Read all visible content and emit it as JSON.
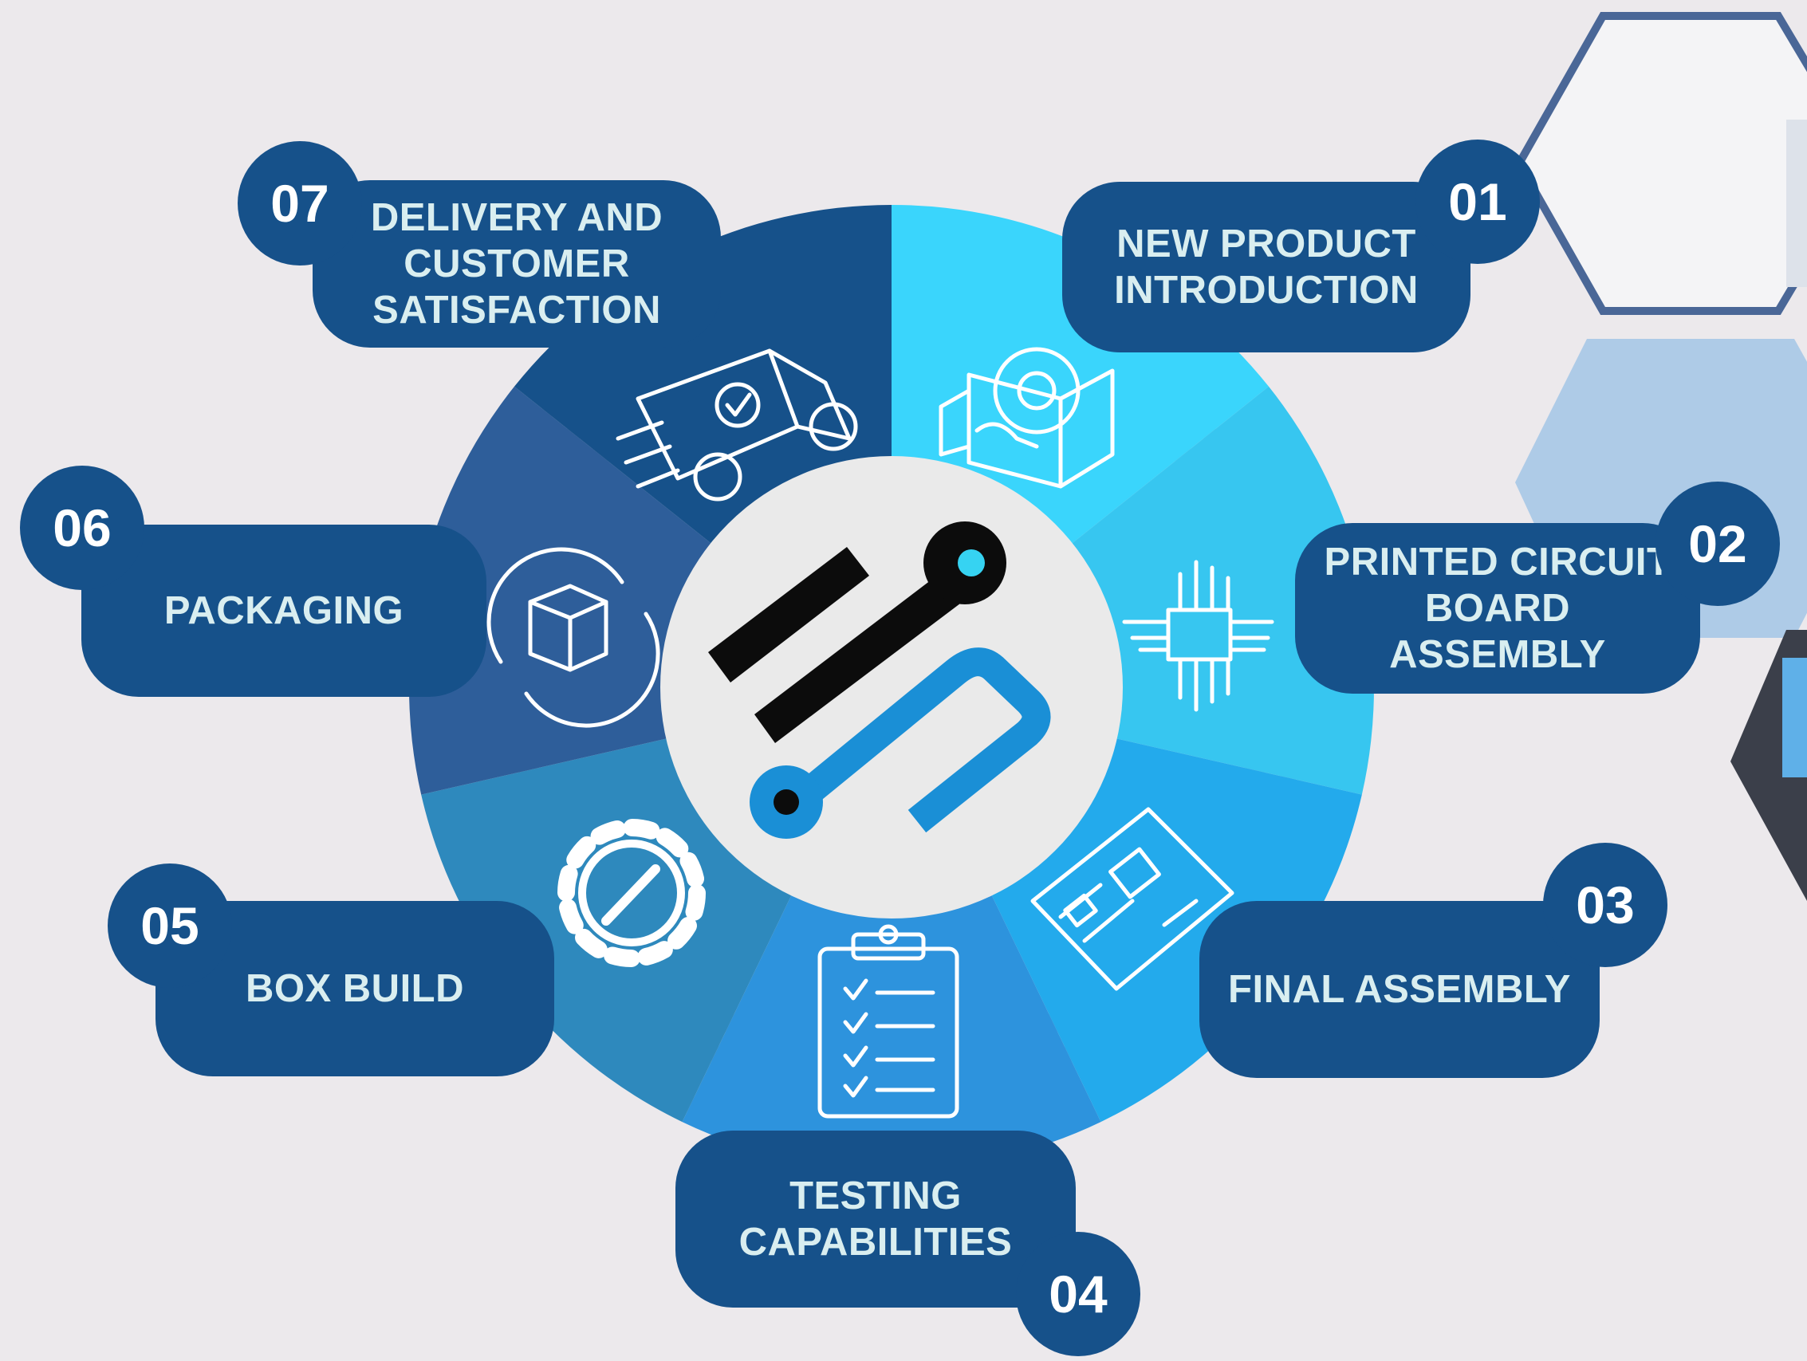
{
  "colors": {
    "background": "#ece9ec",
    "label_fill": "#16518a",
    "label_text": "#d9eef0",
    "ring": "#bcc2cf",
    "segments": [
      "#3ad5fc",
      "#37c6f0",
      "#23aaec",
      "#2d93dd",
      "#2e89bd",
      "#2e5e9a",
      "#16518a"
    ]
  },
  "steps": [
    {
      "number": "01",
      "label": "NEW PRODUCT\nINTRODUCTION",
      "icon": "product-gear-icon"
    },
    {
      "number": "02",
      "label": "PRINTED CIRCUIT\nBOARD\nASSEMBLY",
      "icon": "chip-icon"
    },
    {
      "number": "03",
      "label": "FINAL ASSEMBLY",
      "icon": "circuit-board-icon"
    },
    {
      "number": "04",
      "label": "TESTING\nCAPABILITIES",
      "icon": "clipboard-checklist-icon"
    },
    {
      "number": "05",
      "label": "BOX BUILD",
      "icon": "gear-wrench-icon"
    },
    {
      "number": "06",
      "label": "PACKAGING",
      "icon": "box-cycle-icon"
    },
    {
      "number": "07",
      "label": "DELIVERY AND\nCUSTOMER\nSATISFACTION",
      "icon": "delivery-truck-icon"
    }
  ],
  "center_logo": "company-logo"
}
